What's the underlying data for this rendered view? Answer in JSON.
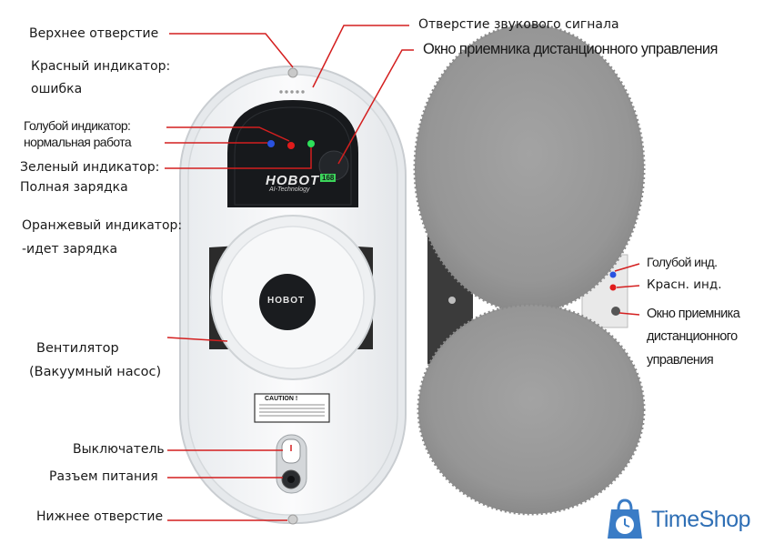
{
  "labels": {
    "top_hole": "Верхнее отверстие",
    "red_indicator": "Красный индикатор:",
    "red_indicator_desc": "ошибка",
    "blue_indicator": "Голубой индикатор:",
    "blue_indicator_desc": "нормальная работа",
    "green_indicator": "Зеленый индикатор:",
    "green_indicator_desc": "Полная зарядка",
    "orange_indicator": "Оранжевый индикатор:",
    "orange_indicator_desc": "-идет зарядка",
    "fan": "Вентилятор",
    "fan_desc": "(Вакуумный насос)",
    "switch": "Выключатель",
    "power_port": "Разъем питания",
    "bottom_hole": "Нижнее отверстие",
    "sound_hole": "Отверстие звукового сигнала",
    "remote_window": "Окно приемника дистанционного управления",
    "blue_small": "Голубой инд.",
    "red_small": "Красн. инд.",
    "remote_small_1": "Окно приемника",
    "remote_small_2": "дистанционного",
    "remote_small_3": "управления"
  },
  "device": {
    "brand_panel": "HOBOT",
    "brand_sub": "AI-Technology",
    "brand_badge": "168",
    "brand_center": "HOBOT",
    "caution_title": "CAUTION !"
  },
  "watermark": {
    "text": "TimeShop"
  },
  "colors": {
    "pointer_line": "#d41f1f",
    "indicator_blue": "#2a52e0",
    "indicator_red": "#e01b1b",
    "indicator_green": "#2ee05a",
    "mop_gray": "#9a9a9a",
    "logo_blue": "#2f6fb5"
  }
}
